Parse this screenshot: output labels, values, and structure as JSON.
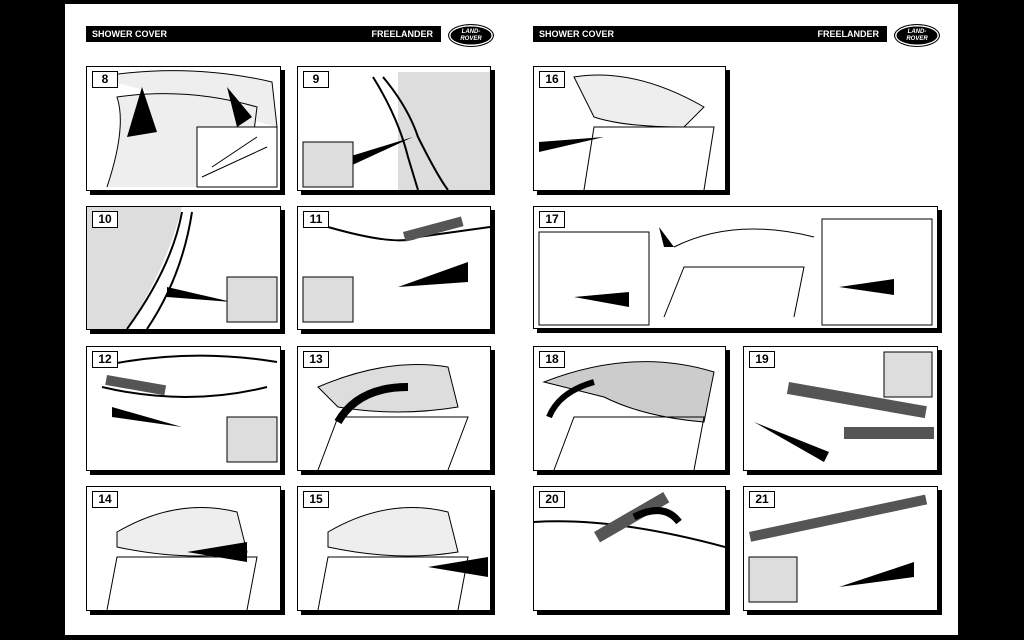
{
  "left_header": {
    "title": "SHOWER COVER",
    "model": "FREELANDER",
    "logo": "LAND-ROVER"
  },
  "right_header": {
    "title": "SHOWER COVER",
    "model": "FREELANDER",
    "logo": "LAND-ROVER"
  },
  "steps": [
    "8",
    "9",
    "10",
    "11",
    "12",
    "13",
    "14",
    "15",
    "16",
    "17",
    "18",
    "19",
    "20",
    "21"
  ]
}
